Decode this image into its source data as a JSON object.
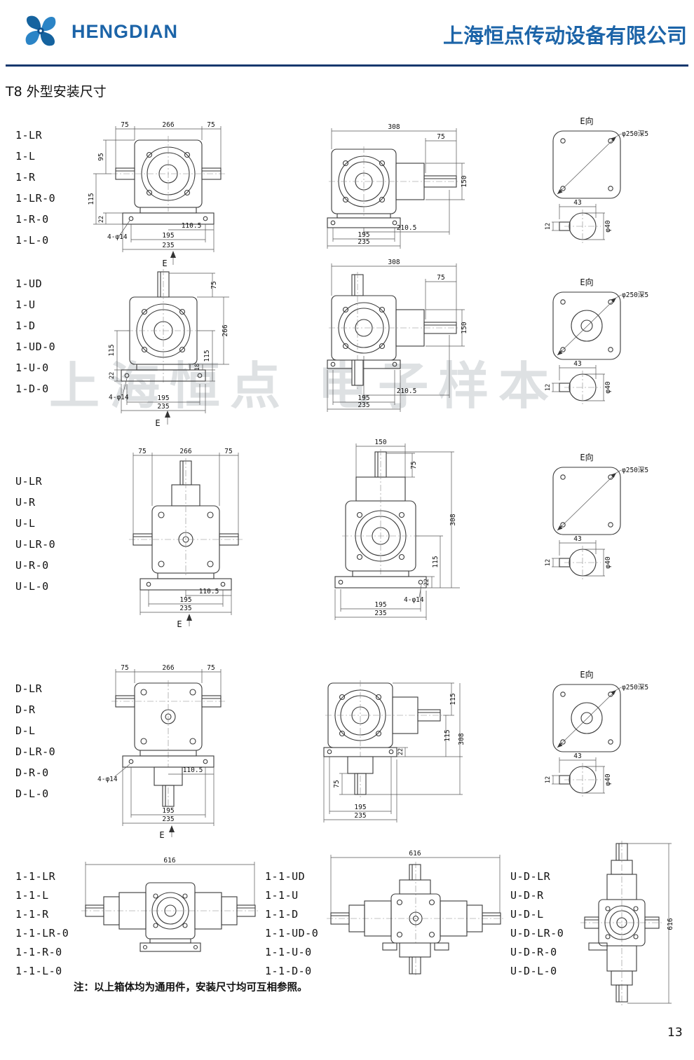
{
  "header": {
    "brand": "HENGDIAN",
    "company": "上海恒点传动设备有限公司"
  },
  "page": {
    "title": "T8 外型安装尺寸",
    "note": "注：以上箱体均为通用件，安装尺寸均可互相参照。",
    "number": "13",
    "watermark": "上海恒点  电子样本"
  },
  "eview": {
    "title": "E向",
    "flange_dim": "φ250深5",
    "width": "43",
    "key_height": "12",
    "shaft_dia": "φ40"
  },
  "sections": [
    {
      "labels": [
        "1-LR",
        "1-L",
        "1-R",
        "1-LR-0",
        "1-R-0",
        "1-L-0"
      ],
      "front": {
        "top_left": "75",
        "top_mid": "266",
        "top_right": "75",
        "left_upper": "95",
        "left_mid": "115",
        "left_lower": "22",
        "holes": "4-φ14",
        "bot_offset": "110.5",
        "bot_inner": "195",
        "bot_outer": "235",
        "view_arrow": "E"
      },
      "side": {
        "overall": "308",
        "shaft_len": "75",
        "height": "150",
        "bot_offset": "210.5",
        "bot_inner": "195",
        "bot_outer": "235"
      }
    },
    {
      "labels": [
        "1-UD",
        "1-U",
        "1-D",
        "1-UD-0",
        "1-U-0",
        "1-D-0"
      ],
      "front": {
        "shaft_top": "75",
        "overall": "266",
        "right_mid": "115",
        "right_inner": "18",
        "left_mid": "115",
        "left_lower": "22",
        "holes": "4-φ14",
        "bot_inner": "195",
        "bot_outer": "235",
        "view_arrow": "E"
      },
      "side": {
        "overall": "308",
        "shaft_len": "75",
        "height": "150",
        "bot_offset": "210.5",
        "bot_inner": "195",
        "bot_outer": "235"
      }
    },
    {
      "labels": [
        "U-LR",
        "U-R",
        "U-L",
        "U-LR-0",
        "U-R-0",
        "U-L-0"
      ],
      "front": {
        "top_left": "75",
        "top_mid": "266",
        "top_right": "75",
        "bot_offset": "110.5",
        "bot_inner": "195",
        "bot_outer": "235",
        "view_arrow": "E"
      },
      "side": {
        "top_width": "150",
        "shaft_top": "75",
        "overall": "308",
        "base_thk": "22",
        "right_mid": "115",
        "holes": "4-φ14",
        "bot_inner": "195",
        "bot_outer": "235"
      }
    },
    {
      "labels": [
        "D-LR",
        "D-R",
        "D-L",
        "D-LR-0",
        "D-R-0",
        "D-L-0"
      ],
      "front": {
        "top_left": "75",
        "top_mid": "266",
        "top_right": "75",
        "holes": "4-φ14",
        "bot_offset": "110.5",
        "bot_inner": "195",
        "bot_outer": "235",
        "view_arrow": "E"
      },
      "side": {
        "right_upper": "115",
        "base_thk": "22",
        "right_mid": "115",
        "overall": "308",
        "shaft_len": "75",
        "bot_inner": "195",
        "bot_outer": "235"
      }
    }
  ],
  "double_section": {
    "groups": [
      {
        "labels": [
          "1-1-LR",
          "1-1-L",
          "1-1-R",
          "1-1-LR-0",
          "1-1-R-0",
          "1-1-L-0"
        ],
        "overall": "616"
      },
      {
        "labels": [
          "1-1-UD",
          "1-1-U",
          "1-1-D",
          "1-1-UD-0",
          "1-1-U-0",
          "1-1-D-0"
        ],
        "overall": "616"
      },
      {
        "labels": [
          "U-D-LR",
          "U-D-R",
          "U-D-L",
          "U-D-LR-0",
          "U-D-R-0",
          "U-D-L-0"
        ],
        "overall": "616"
      }
    ]
  }
}
